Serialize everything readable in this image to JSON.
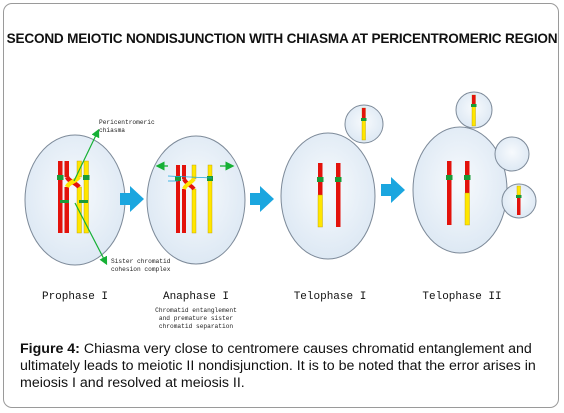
{
  "title": "SECOND MEIOTIC NONDISJUNCTION WITH CHIASMA AT PERICENTROMERIC REGION",
  "annotations": {
    "pericentromeric_1": "Pericentromeric",
    "pericentromeric_2": "chiasma",
    "sister_1": "Sister chromatid",
    "sister_2": "cohesion complex"
  },
  "stages": [
    {
      "label": "Prophase I"
    },
    {
      "label": "Anaphase I",
      "note": [
        "Chromatid entanglement",
        "and premature sister",
        "chromatid separation"
      ]
    },
    {
      "label": "Telophase I"
    },
    {
      "label": "Telophase II"
    }
  ],
  "caption": {
    "lead": "Figure 4:",
    "text": " Chiasma very close to centromere causes chromatid entanglement and ultimately leads to meiotic II nondisjunction. It is to be noted that the error arises in meiosis I and resolved at meiosis II."
  },
  "colors": {
    "red": "#e3120b",
    "yellow": "#ffe600",
    "green": "#1a9a37",
    "arrow_blue": "#1ba6df",
    "cell_fill": "#e4eef7",
    "annotation_green": "#16b035"
  }
}
